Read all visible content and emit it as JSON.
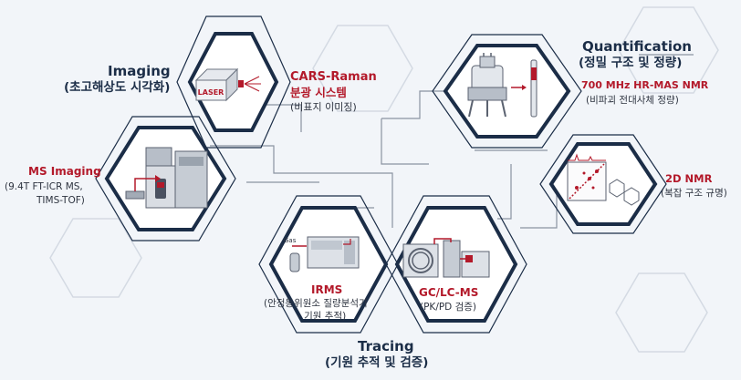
{
  "groups": {
    "imaging": {
      "title": "Imaging",
      "subtitle": "(초고해상도 시각화)"
    },
    "quantification": {
      "title": "Quantification",
      "subtitle": "(정밀 구조 및 정량)"
    },
    "tracing": {
      "title": "Tracing",
      "subtitle": "(기원 추적 및 검증)"
    }
  },
  "techniques": {
    "cars": {
      "name": "CARS-Raman",
      "line2": "분광 시스템",
      "desc": "(비표지 이미징)"
    },
    "ms_imaging": {
      "name": "MS Imaging",
      "desc1": "(9.4T FT-ICR MS,",
      "desc2": "TIMS-TOF)"
    },
    "hrmas": {
      "name": "700 MHz HR-MAS NMR",
      "desc": "(비파괴 전대사체 정량)"
    },
    "nmr2d": {
      "name": "2D NMR",
      "desc": "(복잡 구조 규명)"
    },
    "irms": {
      "name": "IRMS",
      "desc1": "(안정동위원소 질량분석기",
      "desc2": "- 기원 추적)"
    },
    "gclc": {
      "name": "GC/LC-MS",
      "desc": "(PK/PD 검증)"
    }
  },
  "device_labels": {
    "laser": "LASER",
    "gas": "Gas"
  },
  "colors": {
    "navy": "#1b2d47",
    "red": "#b3192a",
    "background": "#f2f5f9",
    "line": "#7d8796"
  }
}
